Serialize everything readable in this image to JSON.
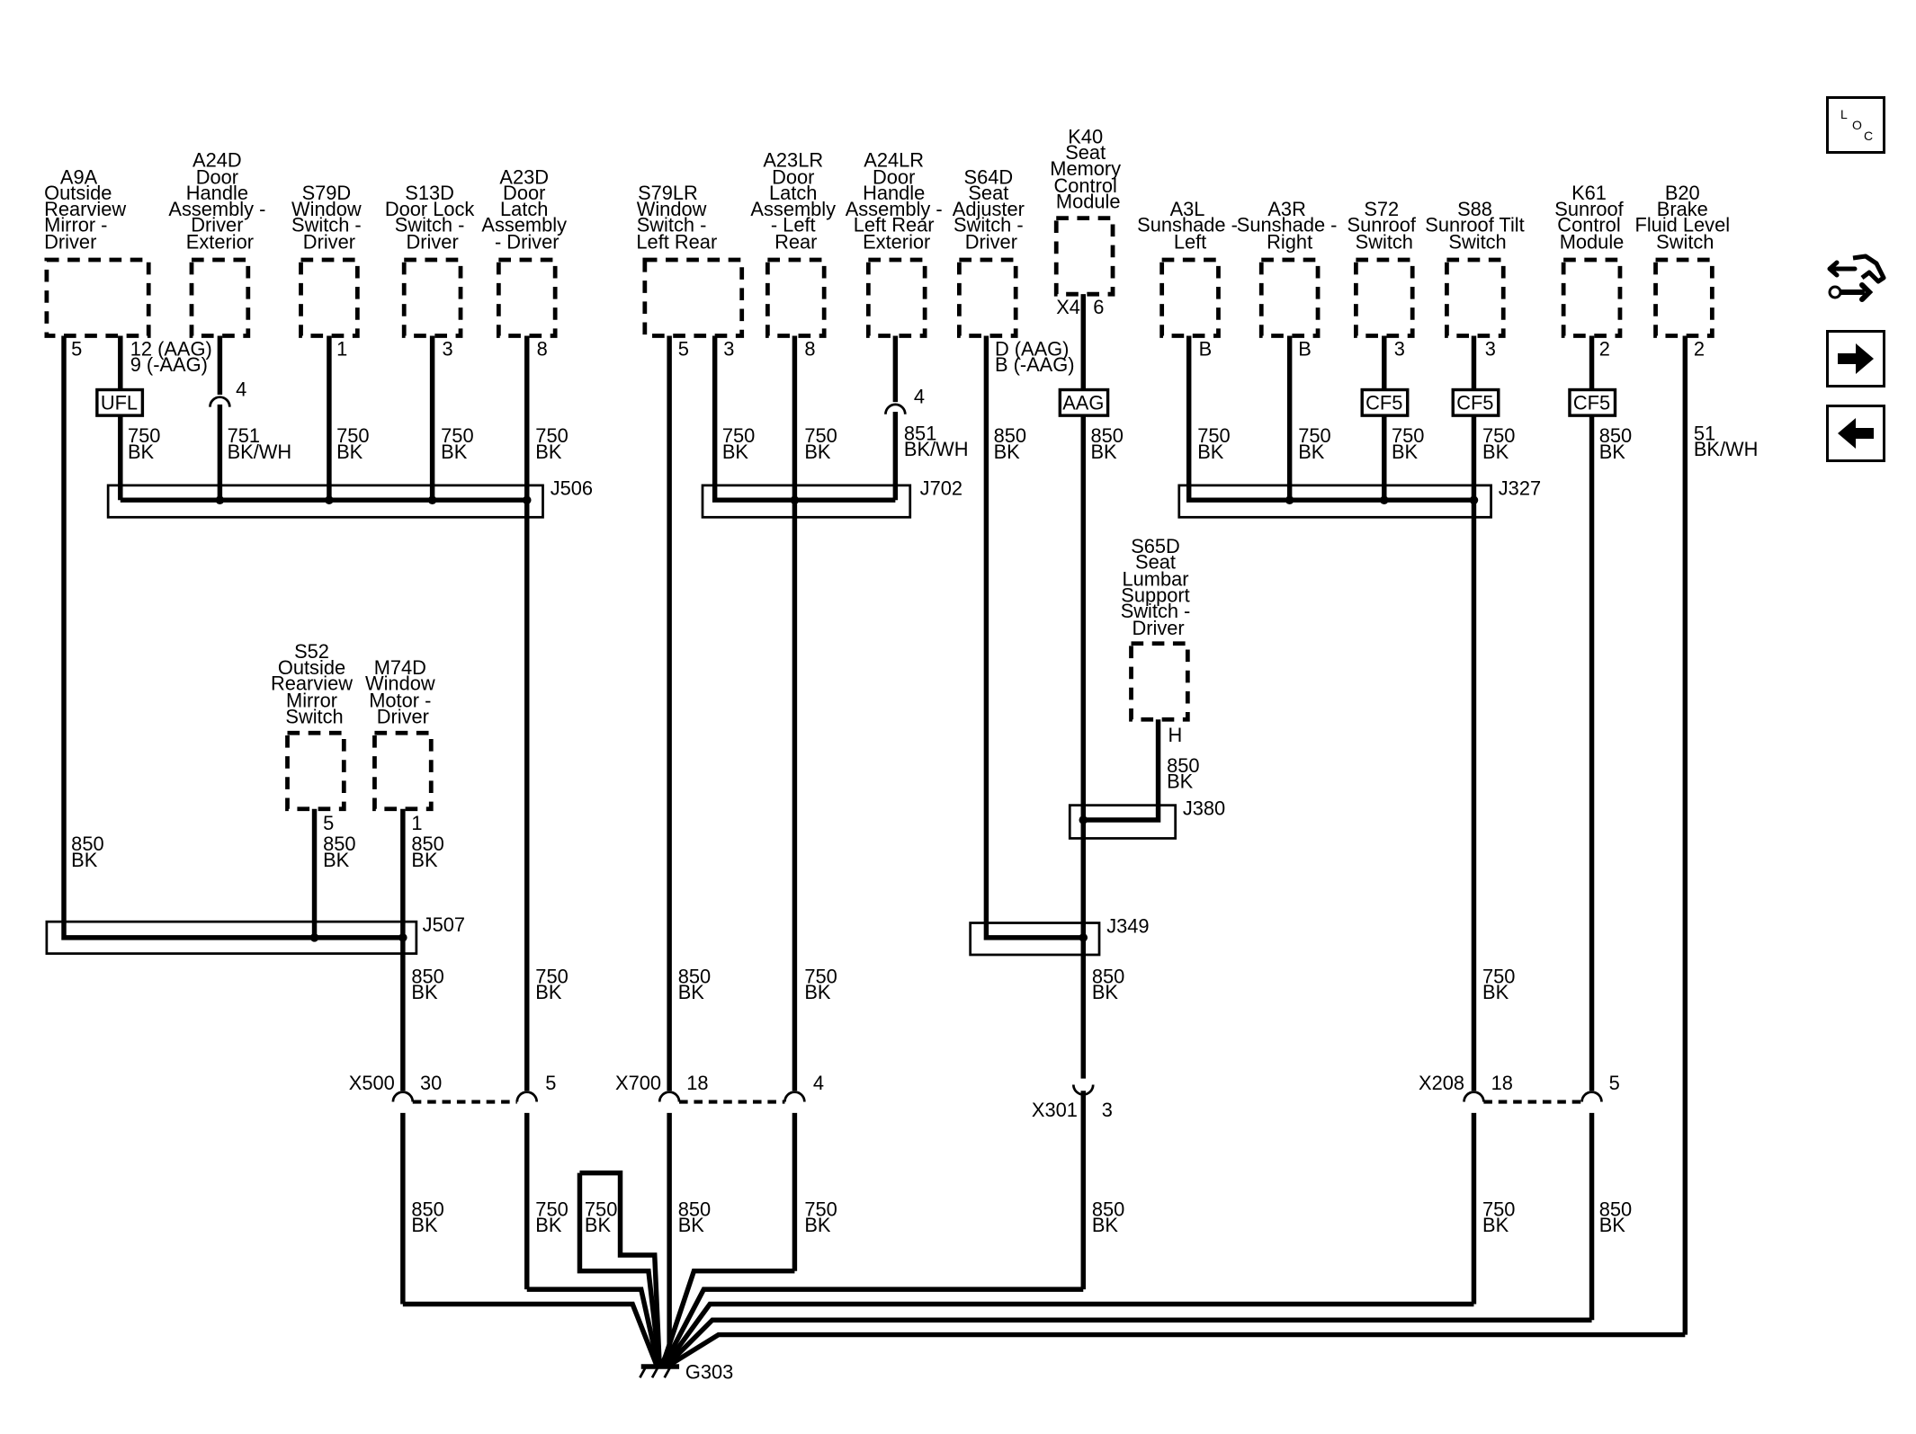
{
  "components": {
    "a9a": {
      "id": "A9A",
      "lines": [
        "Outside",
        "Rearview",
        "Mirror -",
        "Driver"
      ],
      "pin": "5"
    },
    "a24d": {
      "id": "A24D",
      "lines": [
        "Door",
        "Handle",
        "Assembly -",
        "Driver",
        "Exterior"
      ]
    },
    "s79d": {
      "id": "S79D",
      "lines": [
        "Window",
        "Switch -",
        "Driver"
      ],
      "pin": "1"
    },
    "s13d": {
      "id": "S13D",
      "lines": [
        "Door Lock",
        "Switch -",
        "Driver"
      ],
      "pin": "3"
    },
    "a23d": {
      "id": "A23D",
      "lines": [
        "Door",
        "Latch",
        "Assembly",
        "- Driver"
      ],
      "pin": "8"
    },
    "s79lr": {
      "id": "S79LR",
      "lines": [
        "Window",
        "Switch -",
        "Left Rear"
      ],
      "pin1": "5",
      "pin2": "3"
    },
    "a23lr": {
      "id": "A23LR",
      "lines": [
        "Door",
        "Latch",
        "Assembly",
        "- Left",
        "Rear"
      ],
      "pin": "8"
    },
    "a24lr": {
      "id": "A24LR",
      "lines": [
        "Door",
        "Handle",
        "Assembly -",
        "Left Rear",
        "Exterior"
      ]
    },
    "s64d": {
      "id": "S64D",
      "lines": [
        "Seat",
        "Adjuster",
        "Switch -",
        "Driver"
      ],
      "pin1": "D (AAG)",
      "pin2": "B (-AAG)"
    },
    "k40": {
      "id": "K40",
      "lines": [
        "Seat",
        "Memory",
        "Control",
        "Module"
      ],
      "conn": "X4",
      "pin": "6"
    },
    "a3l": {
      "id": "A3L",
      "lines": [
        "Sunshade -",
        "Left"
      ],
      "pin": "B"
    },
    "a3r": {
      "id": "A3R",
      "lines": [
        "Sunshade -",
        "Right"
      ],
      "pin": "B"
    },
    "s72": {
      "id": "S72",
      "lines": [
        "Sunroof",
        "Switch"
      ],
      "pin": "3"
    },
    "s88": {
      "id": "S88",
      "lines": [
        "Sunroof Tilt",
        "Switch"
      ],
      "pin": "3"
    },
    "k61": {
      "id": "K61",
      "lines": [
        "Sunroof",
        "Control",
        "Module"
      ],
      "pin": "2"
    },
    "b20": {
      "id": "B20",
      "lines": [
        "Brake",
        "Fluid Level",
        "Switch"
      ],
      "pin": "2"
    },
    "s65d": {
      "id": "S65D",
      "lines": [
        "Seat",
        "Lumbar",
        "Support",
        "Switch -",
        "Driver"
      ],
      "pin": "H"
    },
    "s52": {
      "id": "S52",
      "lines": [
        "Outside",
        "Rearview",
        "Mirror",
        "Switch"
      ],
      "pin": "5"
    },
    "m74d": {
      "id": "M74D",
      "lines": [
        "Window",
        "Motor -",
        "Driver"
      ],
      "pin": "1"
    }
  },
  "pin_labels": {
    "a9a_pin2a": "12 (AAG)",
    "a9a_pin2b": "9 (-AAG)",
    "a24d_inline_pin": "4",
    "a24lr_inline_pin": "4"
  },
  "options": {
    "ufl": "UFL",
    "aag": "AAG",
    "cf5_s72": "CF5",
    "cf5_s88": "CF5",
    "cf5_k61": "CF5"
  },
  "splices": {
    "j506": "J506",
    "j702": "J702",
    "j327": "J327",
    "j507": "J507",
    "j380": "J380",
    "j349": "J349"
  },
  "connectors": {
    "x500": {
      "name": "X500",
      "pin_a": "30",
      "pin_b": "5"
    },
    "x700": {
      "name": "X700",
      "pin_a": "18",
      "pin_b": "4"
    },
    "x301": {
      "name": "X301",
      "pin": "3"
    },
    "x208": {
      "name": "X208",
      "pin_a": "18",
      "pin_b": "5"
    }
  },
  "ground": "G303",
  "wires": {
    "w_a9a_top": [
      "750",
      "BK"
    ],
    "w_a24d": [
      "751",
      "BK/WH"
    ],
    "w_s79d": [
      "750",
      "BK"
    ],
    "w_s13d": [
      "750",
      "BK"
    ],
    "w_a23d_top": [
      "750",
      "BK"
    ],
    "w_s79lr": [
      "750",
      "BK"
    ],
    "w_a23lr_top": [
      "750",
      "BK"
    ],
    "w_a24lr": [
      "851",
      "BK/WH"
    ],
    "w_s64d": [
      "850",
      "BK"
    ],
    "w_k40_top": [
      "850",
      "BK"
    ],
    "w_a3l": [
      "750",
      "BK"
    ],
    "w_a3r": [
      "750",
      "BK"
    ],
    "w_s72": [
      "750",
      "BK"
    ],
    "w_s88": [
      "750",
      "BK"
    ],
    "w_k61_top": [
      "850",
      "BK"
    ],
    "w_b20": [
      "51",
      "BK/WH"
    ],
    "w_s65d": [
      "850",
      "BK"
    ],
    "w_a9a_mid": [
      "850",
      "BK"
    ],
    "w_s52": [
      "850",
      "BK"
    ],
    "w_m74d": [
      "850",
      "BK"
    ],
    "w_j507_out": [
      "850",
      "BK"
    ],
    "w_a23d_mid": [
      "750",
      "BK"
    ],
    "w_s79lr_mid": [
      "850",
      "BK"
    ],
    "w_a23lr_mid": [
      "750",
      "BK"
    ],
    "w_j349_out": [
      "850",
      "BK"
    ],
    "w_j327_out": [
      "750",
      "BK"
    ],
    "w_x500_30": [
      "850",
      "BK"
    ],
    "w_x500_5": [
      "750",
      "BK"
    ],
    "w_loop": [
      "750",
      "BK"
    ],
    "w_x700_18": [
      "850",
      "BK"
    ],
    "w_x700_4": [
      "750",
      "BK"
    ],
    "w_x301": [
      "850",
      "BK"
    ],
    "w_x208_18": [
      "750",
      "BK"
    ],
    "w_x208_5": [
      "850",
      "BK"
    ]
  },
  "nav": {
    "loc_l": "L",
    "loc_o": "O",
    "loc_c": "C",
    "forward_icon": "arrow-right-icon",
    "back_icon": "arrow-left-icon",
    "tools_icon": "wrench-icon"
  }
}
